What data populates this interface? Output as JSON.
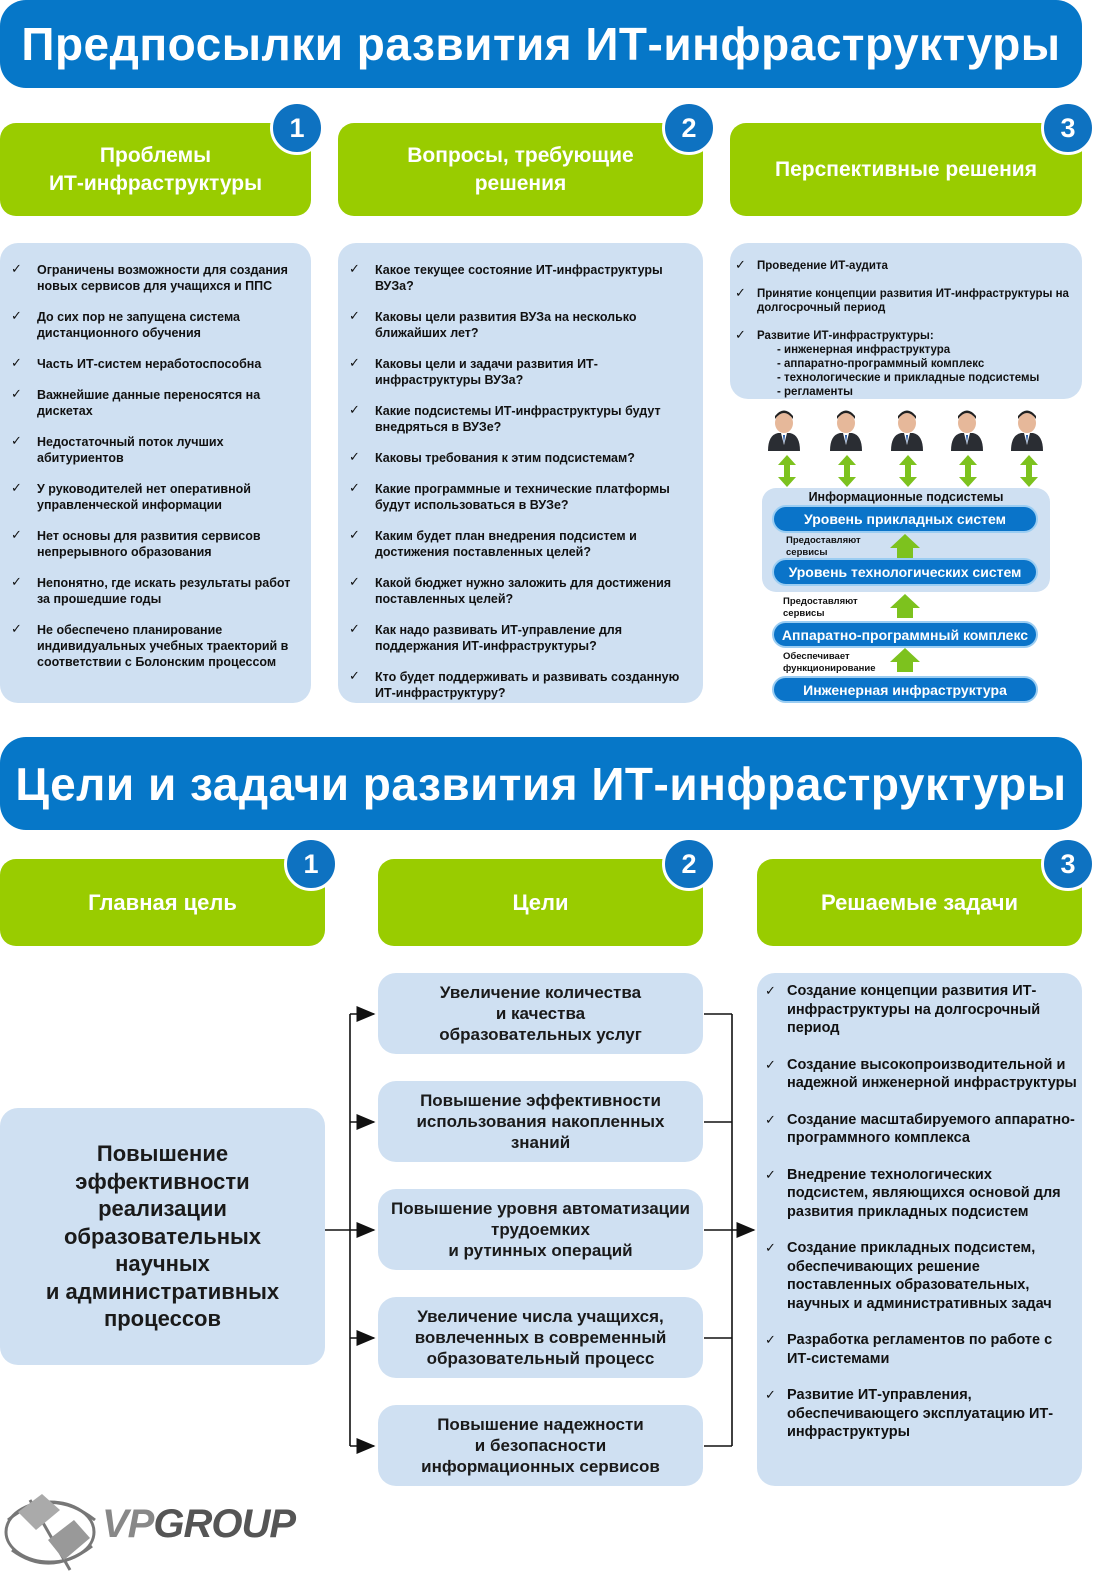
{
  "section1": {
    "title": "Предпосылки развития ИТ-инфраструктуры",
    "columns": [
      {
        "number": "1",
        "title_line1": "Проблемы",
        "title_line2": "ИТ-инфраструктуры"
      },
      {
        "number": "2",
        "title_line1": "Вопросы, требующие",
        "title_line2": "решения"
      },
      {
        "number": "3",
        "title_line1": "Перспективные решения",
        "title_line2": ""
      }
    ],
    "problems": [
      "Ограничены возможности для создания новых сервисов для учащихся и ППС",
      "До сих пор  не запущена система дистанционного обучения",
      "Часть ИТ-систем неработоспособна",
      "Важнейшие данные переносятся на дискетах",
      "Недостаточный поток  лучших абитуриентов",
      "У руководителей нет оперативной управленческой информации",
      "Нет основы для развития сервисов непрерывного образования",
      "Непонятно, где искать результаты работ за прошедшие годы",
      "Не обеспечено планирование индивидуальных учебных траекторий в соответствии с Болонским процессом"
    ],
    "questions": [
      "Какое текущее состояние ИТ-инфраструктуры ВУЗа?",
      "Каковы цели развития ВУЗа на несколько ближайших лет?",
      "Каковы цели и задачи развития ИТ-инфраструктуры ВУЗа?",
      "Какие подсистемы ИТ-инфраструктуры будут внедряться в ВУЗе?",
      "Каковы требования к этим подсистемам?",
      "Какие программные и технические платформы будут  использоваться в ВУЗе?",
      "Каким будет план внедрения подсистем и достижения поставленных целей?",
      "Какой бюджет нужно заложить для достижения поставленных целей?",
      "Как надо развивать ИТ-управление для поддержания ИТ-инфраструктуры?",
      "Кто будет поддерживать и развивать созданную ИТ-инфраструктуру?"
    ],
    "solutions": {
      "items": [
        "Проведение ИТ-аудита",
        "Принятие концепции развития ИТ-инфраструктуры на долгосрочный период",
        "Развитие ИТ-инфраструктуры:"
      ],
      "subitems": [
        "- инженерная инфраструктура",
        "- аппаратно-программный комплекс",
        "- технологические и прикладные подсистемы",
        "- регламенты"
      ]
    },
    "diagram": {
      "info_title": "Информационные подсистемы",
      "level_app": "Уровень прикладных систем",
      "level_tech": "Уровень технологических систем",
      "hw_sw": "Аппаратно-программный комплекс",
      "engineering": "Инженерная инфраструктура",
      "label_provide1_l1": "Предоставляют",
      "label_provide1_l2": "сервисы",
      "label_provide2_l1": "Предоставляют",
      "label_provide2_l2": "сервисы",
      "label_ensure_l1": "Обеспечивает",
      "label_ensure_l2": "функционирование"
    }
  },
  "section2": {
    "title": "Цели и задачи развития ИТ-инфраструктуры",
    "columns": [
      {
        "number": "1",
        "title": "Главная цель"
      },
      {
        "number": "2",
        "title": "Цели"
      },
      {
        "number": "3",
        "title": "Решаемые задачи"
      }
    ],
    "main_goal": [
      "Повышение",
      "эффективности",
      "реализации",
      "образовательных",
      "научных",
      "и административных",
      "процессов"
    ],
    "goals": [
      [
        "Увеличение количества",
        "и качества",
        "образовательных услуг"
      ],
      [
        "Повышение эффективности",
        "использования накопленных",
        "знаний"
      ],
      [
        "Повышение уровня  автоматизации",
        "трудоемких",
        "и рутинных операций"
      ],
      [
        "Увеличение числа учащихся,",
        "вовлеченных в современный",
        "образовательный процесс"
      ],
      [
        "Повышение надежности",
        "и безопасности",
        "информационных сервисов"
      ]
    ],
    "tasks": [
      "Создание концепции развития ИТ-инфраструктуры на долгосрочный период",
      "Создание  высокопроизводительной и  надежной инженерной инфраструктуры",
      "Создание масштабируемого аппаратно-программного комплекса",
      "Внедрение технологических подсистем, являющихся основой для   развития прикладных подсистем",
      "Создание прикладных подсистем, обеспечивающих решение поставленных образовательных, научных и административных задач",
      "Разработка регламентов по работе с ИТ-системами",
      "Развитие ИТ-управления, обеспечивающего эксплуатацию ИТ-инфраструктуры"
    ]
  },
  "logo": {
    "text_vp": "VP",
    "text_group": "GROUP"
  },
  "colors": {
    "blue": "#0677c8",
    "green": "#99cc00",
    "panel": "#cfe0f2",
    "arrow_green": "#7dc21e"
  },
  "icons": {
    "check": "check-icon",
    "person": "person-icon",
    "double-arrow": "double-arrow-icon",
    "up-arrow": "up-arrow-icon"
  }
}
